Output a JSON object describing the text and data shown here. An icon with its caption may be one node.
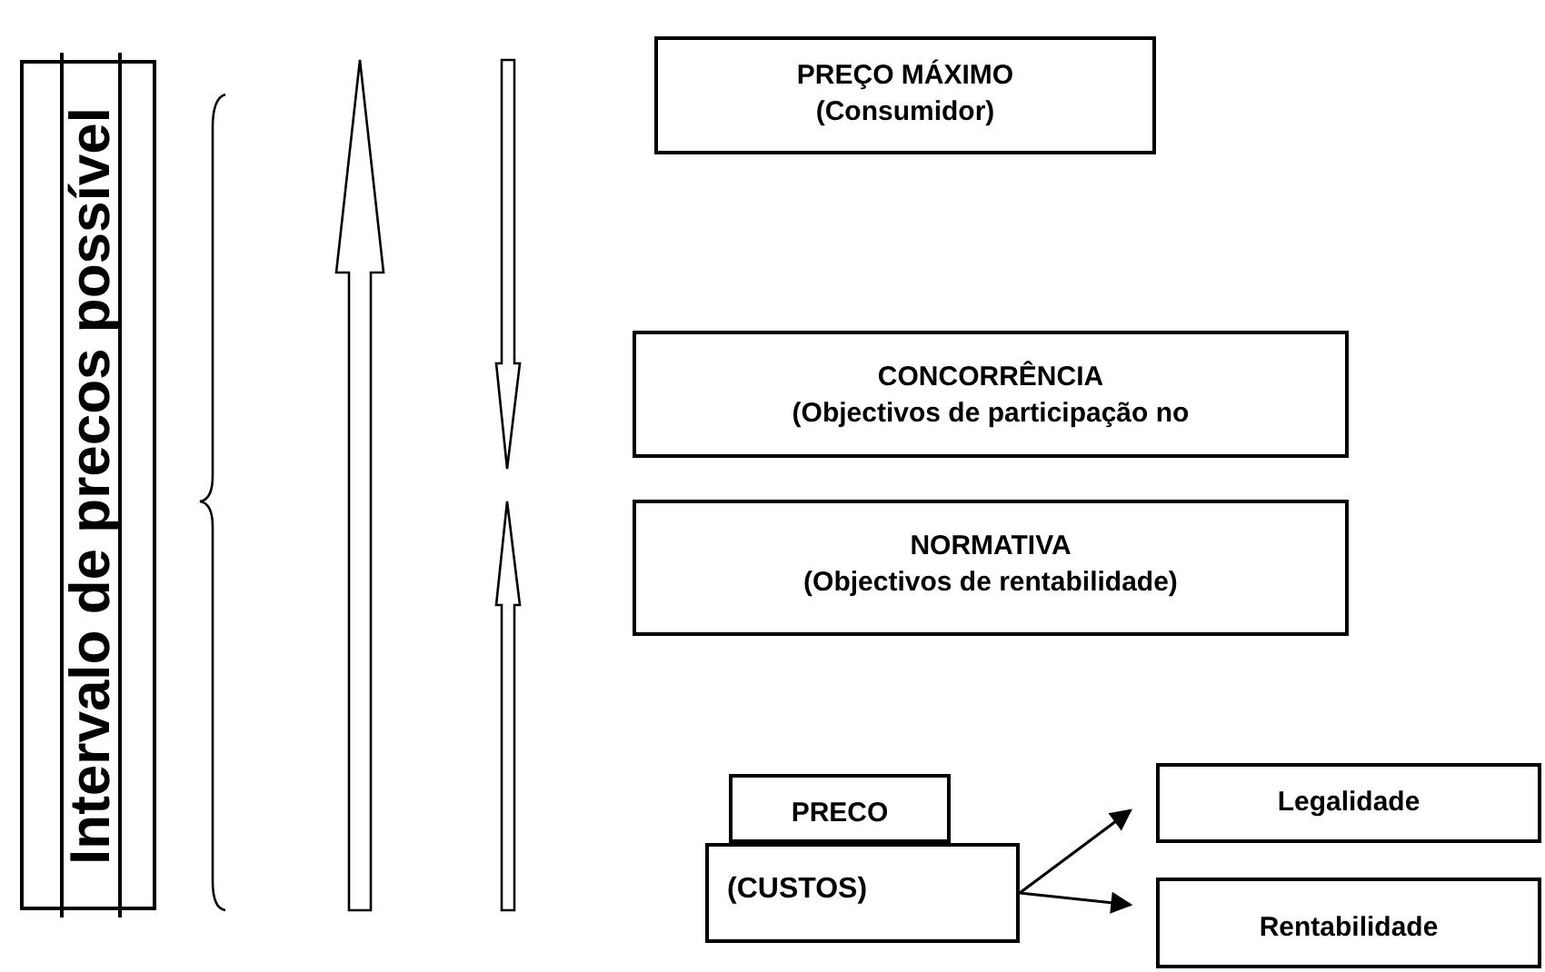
{
  "diagram": {
    "nodes": [
      {
        "text": [
          "Intervalo de precos possível"
        ]
      },
      {
        "text": [
          "PREÇO MÁXIMO",
          "(Consumidor)"
        ]
      },
      {
        "text": [
          "CONCORRÊNCIA",
          "(Objectivos de participação no"
        ]
      },
      {
        "text": [
          "NORMATIVA",
          "(Objectivos de rentabilidade)"
        ]
      },
      {
        "text": [
          "PRECO"
        ]
      },
      {
        "text": [
          "(CUSTOS)"
        ]
      },
      {
        "text": [
          "Legalidade"
        ]
      },
      {
        "text": [
          "Rentabilidade"
        ]
      }
    ],
    "edges": [
      {
        "from": 5,
        "to": 6,
        "arrow": "to"
      },
      {
        "from": 5,
        "to": 7,
        "arrow": "to"
      }
    ]
  }
}
